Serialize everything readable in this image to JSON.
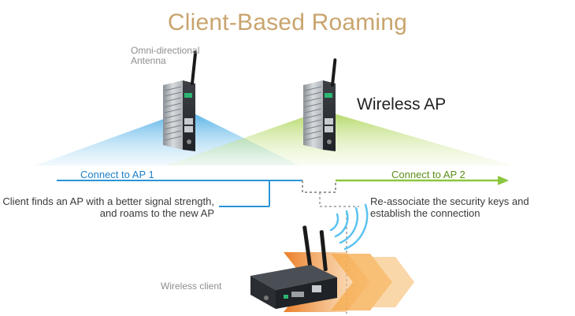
{
  "title": "Client-Based Roaming",
  "antenna_label": "Omni-directional Antenna",
  "ap_label": "Wireless AP",
  "connect_ap1": "Connect to AP 1",
  "connect_ap2": "Connect to AP 2",
  "note_left": "Client finds an AP with a better signal strength, and roams to the new AP",
  "note_right": "Re-associate the security keys and establish the connection",
  "client_label": "Wireless client",
  "colors": {
    "title": "#c9a46e",
    "ap1_line": "#2a95d8",
    "ap2_line": "#8cc63e",
    "beam_blue": "#4fb3ea",
    "beam_green": "#a8d44e",
    "motion_orange": "#f29a2e",
    "signal_arcs": "#5cc3f0"
  },
  "icons": {
    "ap_device": "wireless-ap-device",
    "client_device": "wireless-client-device",
    "signal": "wifi-signal-arcs",
    "motion": "motion-chevrons"
  }
}
